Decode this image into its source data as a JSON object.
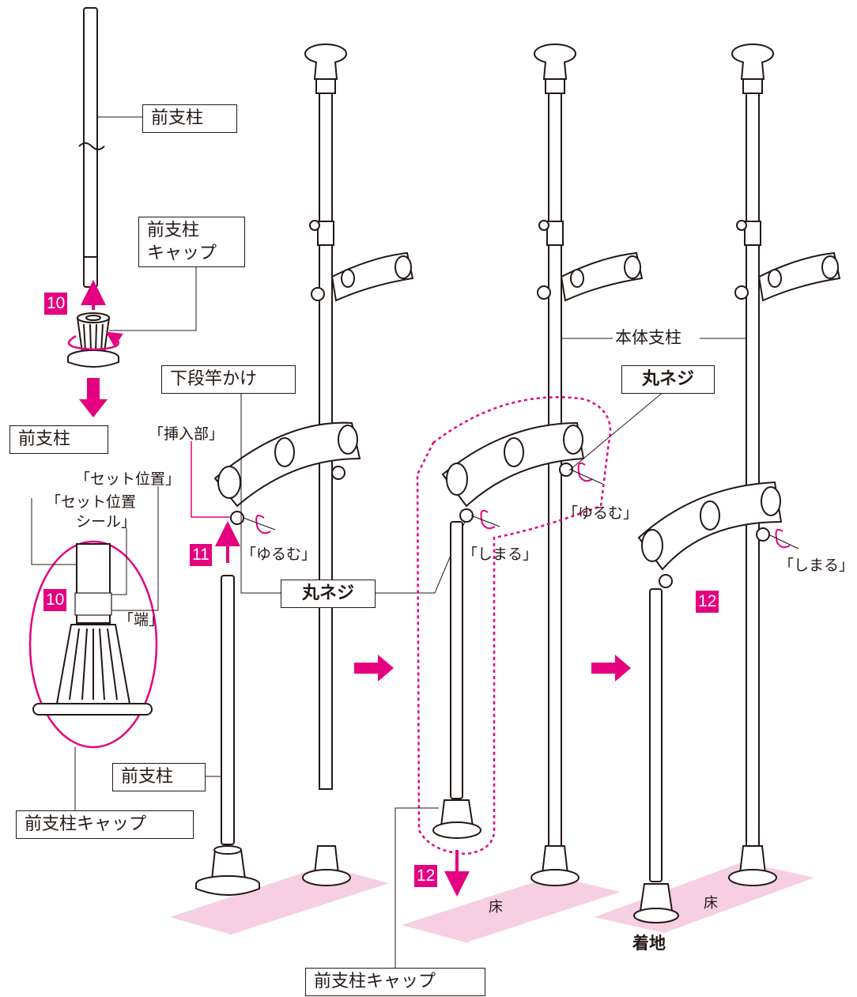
{
  "labels": {
    "front_post_top": "前支柱",
    "front_post_cap_top": "前支柱\nキャップ",
    "front_post_mid": "前支柱",
    "lower_pole_hanger": "下段竿かけ",
    "insert_part": "「挿入部」",
    "set_position": "「セット位置」",
    "set_position_seal": "「セット位置\n　　シール」",
    "end": "「端」",
    "loosen_1": "「ゆるむ」",
    "round_screw_1": "丸ネジ",
    "front_post_bottom": "前支柱",
    "front_post_cap_left": "前支柱キャップ",
    "tighten_1": "「しまる」",
    "loosen_2": "「ゆるむ」",
    "round_screw_2": "丸ネジ",
    "main_post": "本体支柱",
    "tighten_2": "「しまる」",
    "floor_1": "床",
    "floor_2": "床",
    "landing": "着地",
    "front_post_cap_bottom": "前支柱キャップ"
  },
  "steps": {
    "s10_top": "10",
    "s10_circle": "10",
    "s11": "11",
    "s12_mid": "12",
    "s12_right": "12"
  },
  "colors": {
    "accent": "#e4007f",
    "floor": "#f6cfe2",
    "line": "#231815"
  }
}
